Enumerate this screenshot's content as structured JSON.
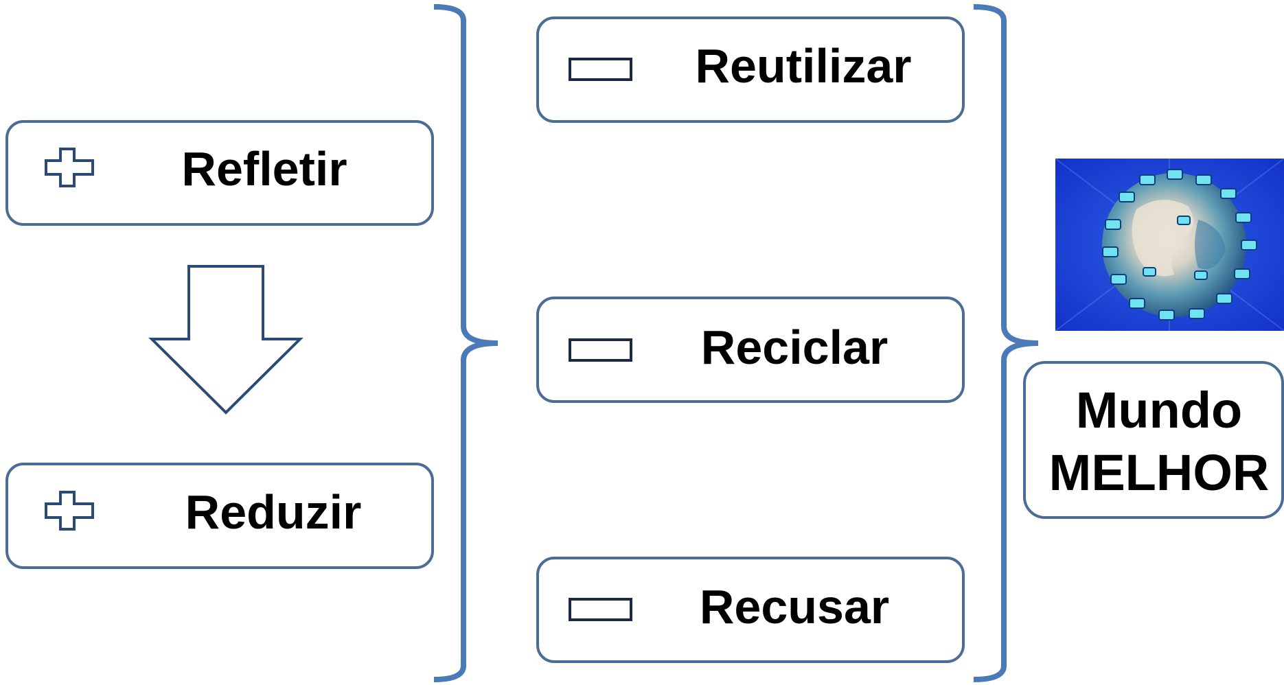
{
  "diagram": {
    "left_column": {
      "refletir": {
        "label": "Refletir",
        "icon": "plus-icon"
      },
      "reduzir": {
        "label": "Reduzir",
        "icon": "plus-icon"
      },
      "connector_icon": "down-arrow-icon"
    },
    "middle_column": {
      "reutilizar": {
        "label": "Reutilizar",
        "icon": "minus-icon"
      },
      "reciclar": {
        "label": "Reciclar",
        "icon": "minus-icon"
      },
      "recusar": {
        "label": "Recusar",
        "icon": "minus-icon"
      }
    },
    "result": {
      "line1": "Mundo",
      "line2": "MELHOR",
      "image": "globe-image"
    }
  },
  "colors": {
    "box_border": "#4a6c95",
    "brace": "#4a7ab8",
    "icon_stroke": "#2b4a75",
    "minus_stroke": "#1a2a45",
    "arrow_stroke": "#2b4a75",
    "text": "#000000",
    "globe_background": "#1639d6"
  }
}
